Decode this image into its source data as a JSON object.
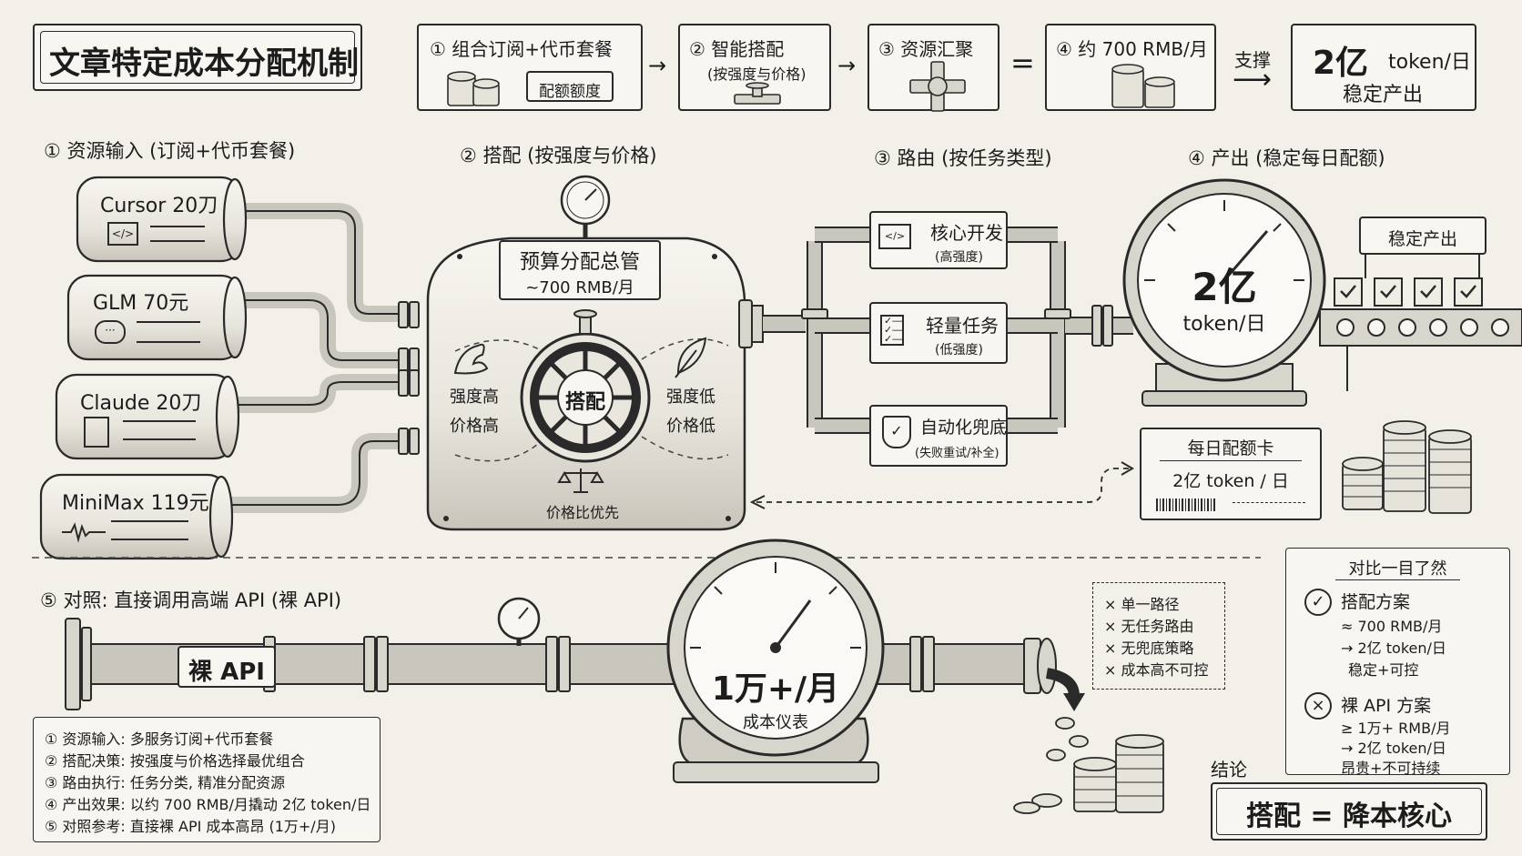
{
  "title": "文章特定成本分配机制",
  "flow": [
    {
      "label": "① 组合订阅+代币套餐",
      "sub": "配额额度"
    },
    {
      "label": "② 智能搭配",
      "sub": "(按强度与价格)"
    },
    {
      "label": "③ 资源汇聚"
    },
    {
      "label": "④ 约 700 RMB/月"
    }
  ],
  "flow_equals": "=",
  "flow_support": "支撑",
  "flow_result": {
    "big": "2亿",
    "unit": "token/日",
    "sub": "稳定产出"
  },
  "sections": {
    "input": "① 资源输入 (订阅+代币套餐)",
    "match": "② 搭配 (按强度与价格)",
    "route": "③ 路由 (按任务类型)",
    "output": "④ 产出 (稳定每日配额)",
    "compare": "⑤ 对照: 直接调用高端 API (裸 API)"
  },
  "tanks": [
    {
      "label": "Cursor 20刀",
      "icon": "code-icon"
    },
    {
      "label": "GLM 70元",
      "icon": "chat-icon"
    },
    {
      "label": "Claude 20刀",
      "icon": "document-icon"
    },
    {
      "label": "MiniMax 119元",
      "icon": "waveform-icon"
    }
  ],
  "budget": {
    "title": "预算分配总管",
    "amount": "~700 RMB/月",
    "wheel": "搭配",
    "left_top": "强度高",
    "left_bottom": "价格高",
    "right_top": "强度低",
    "right_bottom": "价格低",
    "bottom": "价格比优先"
  },
  "routes": [
    {
      "label": "核心开发",
      "sub": "(高强度)",
      "icon": "monitor-code-icon"
    },
    {
      "label": "轻量任务",
      "sub": "(低强度)",
      "icon": "checklist-icon"
    },
    {
      "label": "自动化兜底",
      "sub": "(失败重试/补全)",
      "icon": "shield-check-icon"
    }
  ],
  "output_gauge": {
    "value": "2亿",
    "unit": "token/日"
  },
  "stable_sign": "稳定产出",
  "quota_card": {
    "title": "每日配额卡",
    "value": "2亿 token / 日"
  },
  "naked_api": {
    "label": "裸 API",
    "gauge_value": "1万+/月",
    "gauge_label": "成本仪表"
  },
  "cross_list": [
    "单一路径",
    "无任务路由",
    "无兜底策略",
    "成本高不可控"
  ],
  "compare_panel": {
    "title": "对比一目了然",
    "a_title": "搭配方案",
    "a_lines": [
      "≈ 700 RMB/月",
      "→ 2亿 token/日",
      "稳定+可控"
    ],
    "b_title": "裸 API 方案",
    "b_lines": [
      "≥ 1万+ RMB/月",
      "→ 2亿 token/日",
      "昂贵+不可持续"
    ]
  },
  "legend": [
    "① 资源输入: 多服务订阅+代币套餐",
    "② 搭配决策: 按强度与价格选择最优组合",
    "③ 路由执行: 任务分类, 精准分配资源",
    "④ 产出效果: 以约 700 RMB/月撬动 2亿 token/日",
    "⑤ 对照参考: 直接裸 API 成本高昂 (1万+/月)"
  ],
  "conclusion": {
    "label": "结论",
    "text": "搭配 = 降本核心"
  }
}
